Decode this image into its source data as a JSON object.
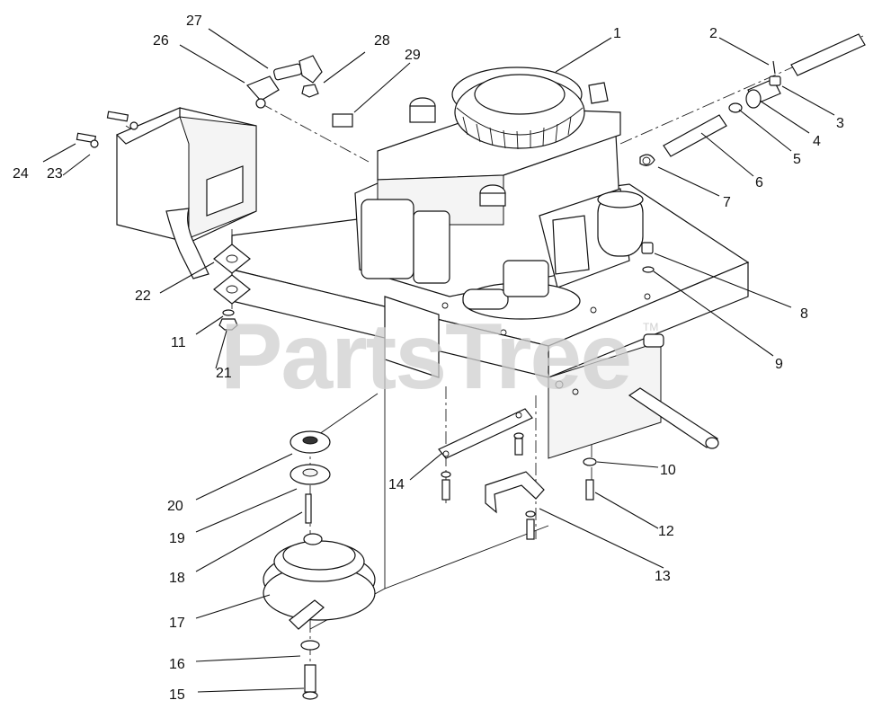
{
  "watermark": {
    "text": "PartsTree",
    "tm": "TM"
  },
  "callouts": [
    {
      "id": "1",
      "label": "1"
    },
    {
      "id": "2",
      "label": "2"
    },
    {
      "id": "3",
      "label": "3"
    },
    {
      "id": "4",
      "label": "4"
    },
    {
      "id": "5",
      "label": "5"
    },
    {
      "id": "6",
      "label": "6"
    },
    {
      "id": "7",
      "label": "7"
    },
    {
      "id": "8",
      "label": "8"
    },
    {
      "id": "9",
      "label": "9"
    },
    {
      "id": "10",
      "label": "10"
    },
    {
      "id": "11",
      "label": "11"
    },
    {
      "id": "12",
      "label": "12"
    },
    {
      "id": "13",
      "label": "13"
    },
    {
      "id": "14",
      "label": "14"
    },
    {
      "id": "15",
      "label": "15"
    },
    {
      "id": "16",
      "label": "16"
    },
    {
      "id": "17",
      "label": "17"
    },
    {
      "id": "18",
      "label": "18"
    },
    {
      "id": "19",
      "label": "19"
    },
    {
      "id": "20",
      "label": "20"
    },
    {
      "id": "21",
      "label": "21"
    },
    {
      "id": "22",
      "label": "22"
    },
    {
      "id": "23",
      "label": "23"
    },
    {
      "id": "24",
      "label": "24"
    },
    {
      "id": "26",
      "label": "26"
    },
    {
      "id": "27",
      "label": "27"
    },
    {
      "id": "28",
      "label": "28"
    },
    {
      "id": "29",
      "label": "29"
    }
  ]
}
